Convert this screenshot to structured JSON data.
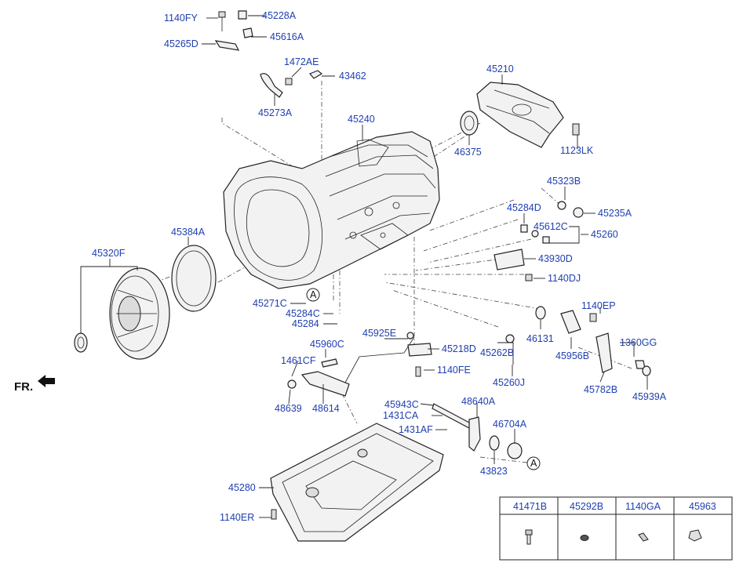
{
  "fr_label": "FR.",
  "ref_marker": "A",
  "callouts": {
    "c1140FY": "1140FY",
    "c45228A": "45228A",
    "c45616A": "45616A",
    "c45265D": "45265D",
    "c1472AE": "1472AE",
    "c43462": "43462",
    "c45273A": "45273A",
    "c45210": "45210",
    "c45240": "45240",
    "c46375": "46375",
    "c1123LK": "1123LK",
    "c45323B": "45323B",
    "c45235A": "45235A",
    "c45284D": "45284D",
    "c45612C": "45612C",
    "c45260": "45260",
    "c43930D": "43930D",
    "c1140DJ": "1140DJ",
    "c45384A": "45384A",
    "c45320F": "45320F",
    "c45271C": "45271C",
    "c45284C": "45284C",
    "c45284": "45284",
    "c46131": "46131",
    "c1140EP": "1140EP",
    "c45925E": "45925E",
    "c45218D": "45218D",
    "c45262B": "45262B",
    "c45960C": "45960C",
    "c45956B": "45956B",
    "c1360GG": "1360GG",
    "c1461CF": "1461CF",
    "c1140FE": "1140FE",
    "c45260J": "45260J",
    "c45782B": "45782B",
    "c48639": "48639",
    "c48614": "48614",
    "c45939A": "45939A",
    "c45943C": "45943C",
    "c48640A": "48640A",
    "c1431CA": "1431CA",
    "c1431AF": "1431AF",
    "c46704A": "46704A",
    "c43823": "43823",
    "c45280": "45280",
    "c1140ER": "1140ER"
  },
  "parts_table": {
    "headers": [
      "41471B",
      "45292B",
      "1140GA",
      "45963"
    ]
  }
}
